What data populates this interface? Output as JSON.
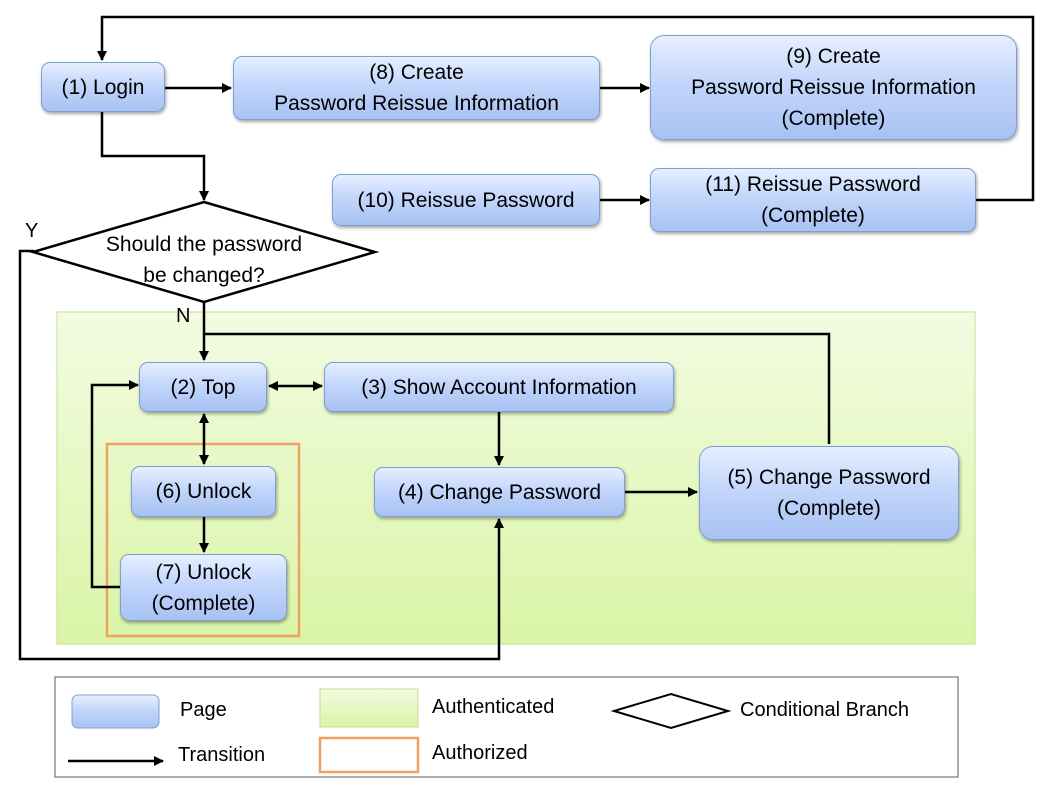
{
  "nodes": {
    "login": "(1) Login",
    "top": "(2) Top",
    "show_account": "(3) Show Account Information",
    "change_password": "(4) Change Password",
    "change_password_complete": "(5) Change Password\n(Complete)",
    "unlock": "(6) Unlock",
    "unlock_complete": "(7) Unlock\n(Complete)",
    "create_reissue": "(8) Create\nPassword Reissue Information",
    "create_reissue_complete": "(9) Create\nPassword Reissue Information\n(Complete)",
    "reissue_password": "(10) Reissue Password",
    "reissue_password_complete": "(11) Reissue Password\n(Complete)"
  },
  "decision": {
    "text": "Should the password\nbe changed?",
    "yes_label": "Y",
    "no_label": "N"
  },
  "legend": {
    "page": "Page",
    "transition": "Transition",
    "authenticated": "Authenticated",
    "authorized": "Authorized",
    "conditional_branch": "Conditional Branch"
  },
  "colors": {
    "authenticated_fill": "#e6f8c0",
    "authorized_border": "#f0a060",
    "page_fill": "#c3d6fb",
    "arrow": "#000000"
  }
}
